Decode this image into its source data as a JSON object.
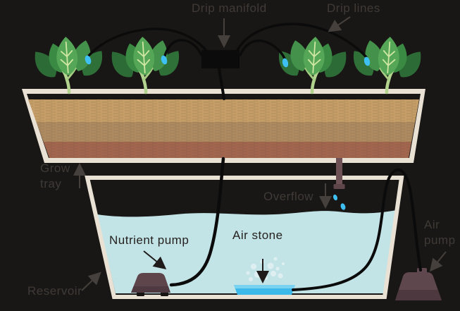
{
  "diagram": {
    "labels": {
      "drip_manifold": "Drip manifold",
      "drip_lines": "Drip lines",
      "grow_tray": "Grow tray",
      "overflow": "Overflow",
      "nutrient_pump": "Nutrient pump",
      "air_stone": "Air stone",
      "air_pump": "Air pump",
      "reservoir": "Reservoir"
    },
    "scene": {
      "plant_count": 4,
      "drip_emitter_count": 4,
      "overflow_drop_count": 2
    },
    "colors": {
      "background": "#191715",
      "container_border": "#e9e1d4",
      "water": "#c3e4e7",
      "medium_top_layer": "#c59d67",
      "medium_middle_layer": "#ad8a60",
      "medium_bottom_layer": "#a2664f",
      "air_stone_blue": "#3cb9e8",
      "emitter_drop_blue": "#3fc0f4",
      "pump_maroon": "#5d454b",
      "overflow_pipe": "#6d5154",
      "tube_black": "#0c0b0b",
      "leaf_front_green": "#55a757",
      "leaf_back_green": "#2c6b36",
      "stem_green": "#b3d48f",
      "label_gray": "#3f3a37",
      "label_dark": "#25211f"
    }
  }
}
